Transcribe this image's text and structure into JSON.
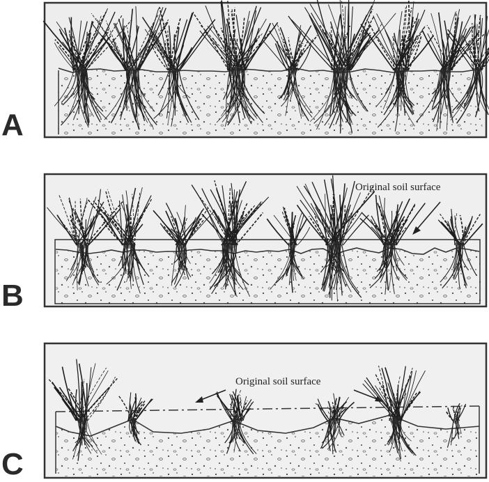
{
  "panels": [
    {
      "label": "A"
    },
    {
      "label": "B",
      "callout": "Original soil surface"
    },
    {
      "label": "C",
      "callout": "Original soil surface"
    }
  ]
}
